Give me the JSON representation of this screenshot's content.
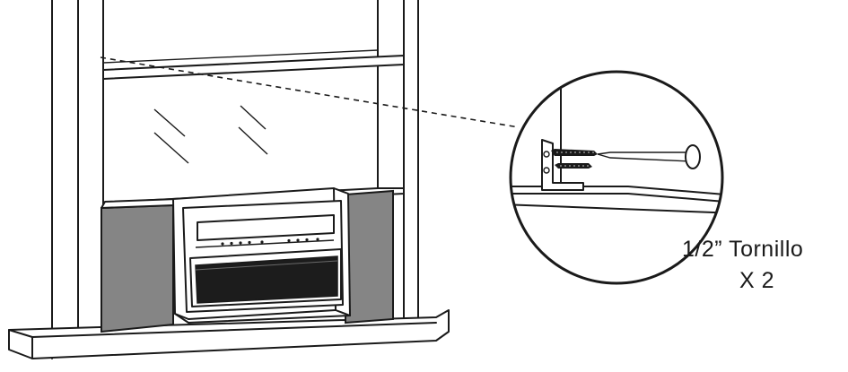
{
  "labels": {
    "screw_size": "1/2” Tornillo",
    "quantity": "X 2"
  },
  "colors": {
    "line": "#1a1a1a",
    "panel_gray": "#858585",
    "grille_dark": "#1c1c1c",
    "background": "#ffffff"
  },
  "icons": {
    "detail_callout": "magnifier-circle",
    "fastener": "screw-icon",
    "tool": "screwdriver-icon"
  }
}
